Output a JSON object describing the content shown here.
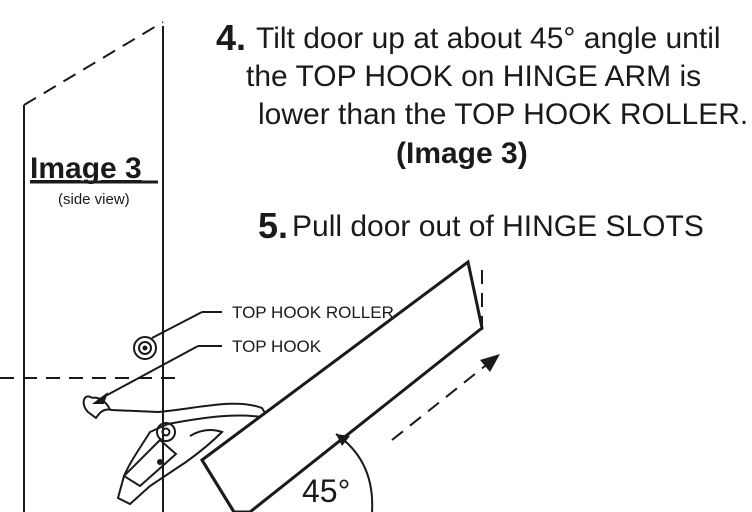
{
  "step4": {
    "number": "4.",
    "line1": "Tilt door up at about 45° angle until",
    "line2": "the TOP HOOK on HINGE ARM is",
    "line3": "lower than the TOP HOOK ROLLER.",
    "line4": "(Image 3)"
  },
  "step5": {
    "number": "5.",
    "text": "Pull door out of HINGE SLOTS"
  },
  "image_label": {
    "title": "Image 3",
    "subtitle": "(side view)"
  },
  "callouts": {
    "top_hook_roller": "TOP HOOK ROLLER",
    "top_hook": "TOP HOOK"
  },
  "angle_label": "45°"
}
